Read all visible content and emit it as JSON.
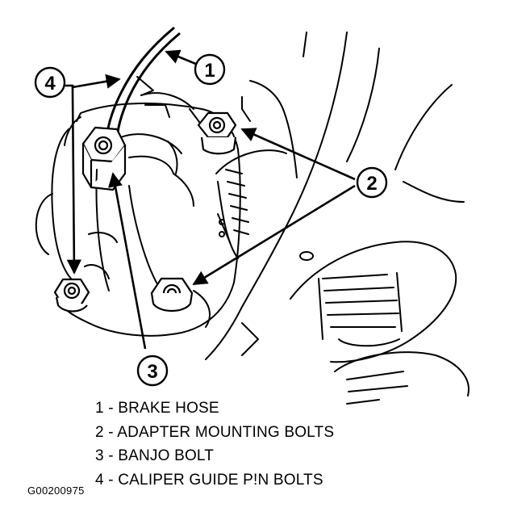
{
  "callouts": [
    {
      "number": "1"
    },
    {
      "number": "2"
    },
    {
      "number": "3"
    },
    {
      "number": "4"
    }
  ],
  "legend": [
    {
      "text": "1 - BRAKE HOSE"
    },
    {
      "text": "2 - ADAPTER MOUNTING BOLTS"
    },
    {
      "text": "3 - BANJO BOLT"
    },
    {
      "text": "4 - CALIPER GUIDE P!N BOLTS"
    }
  ],
  "figure_code": "G00200975",
  "colors": {
    "ink": "#000000",
    "background": "#ffffff"
  }
}
